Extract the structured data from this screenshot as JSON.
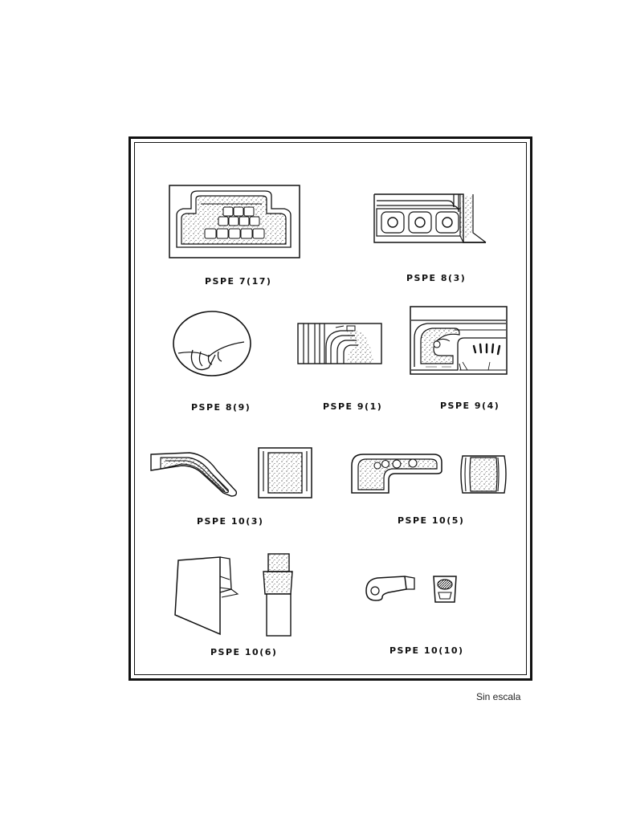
{
  "plate": {
    "labels": {
      "f1": "PSPE 7(17)",
      "f2": "PSPE 8(3)",
      "f3": "PSPE 8(9)",
      "f4": "PSPE 9(1)",
      "f5": "PSPE 9(4)",
      "f6": "PSPE 10(3)",
      "f7": "PSPE 10(5)",
      "f8": "PSPE 10(6)",
      "f9": "PSPE 10(10)"
    }
  },
  "caption": "Sin escala"
}
